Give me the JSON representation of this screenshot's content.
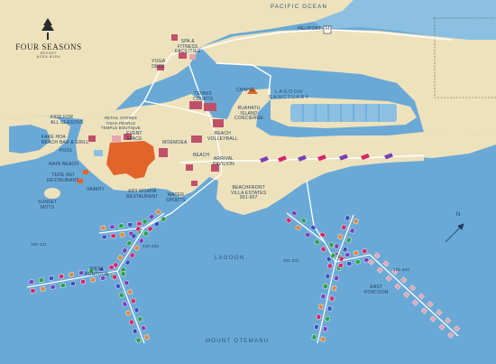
{
  "brand": {
    "name": "FOUR SEASONS",
    "sub1": "RESORT",
    "sub2": "BORA BORA",
    "emblem": "tree-logo-icon"
  },
  "colors": {
    "lagoon": "#6aa9d6",
    "sand": "#eee2bc",
    "main_building": "#e1642b",
    "buildings": "#c0506a",
    "bungalow_palette": [
      "#d5256a",
      "#3a4fc1",
      "#2b9f4a",
      "#7a3fb7",
      "#e4863c"
    ],
    "rose_villas": "#e7a4b2",
    "boardwalk": "#ffffff"
  },
  "labels": {
    "pacific_ocean": "PACIFIC OCEAN",
    "heliport": "HELIPORT",
    "heliport_symbol": "H",
    "spa": "SPA &\nFITNESS\nFACILITIES",
    "yoga": "YOGA\nDECK",
    "tennis": "TENNIS\nCOURTS",
    "chapel": "CHAPEL",
    "lagoon_sanctuary": "LAGOON\nSANCTUARY",
    "ruahatu": "RUAHATU\nISLAND\nCONCIERGE",
    "retail": "RETAIL STORES\nTAHIA PEARLS\nTEMPLE BOUTIQUE",
    "event": "EVENT\nSPACE",
    "kids": "KIDS FOR\nALL SEASONS",
    "fare_hoa": "FARE HOA\nBEACH BAR & GRILL",
    "pool": "POOL",
    "main_beach": "MAIN BEACH",
    "tere_nui": "TERE NUI\nRESTAURANT",
    "vaimiti": "VAIMITI",
    "sunset_motu": "SUNSET\nMOTU",
    "moemoea": "MOEMOEA",
    "beach_volleyball": "BEACH\nVOLLEYBALL",
    "beach": "BEACH",
    "arrival": "ARRIVAL\nPAVILION",
    "arii_moana": "ARII MOANA\nRESTAURANT",
    "water_sports": "WATER\nSPORTS",
    "villa_estates": "BEACHFRONT\nVILLA ESTATES\n901-907",
    "b_100_131": "100-131",
    "b_210_232": "210-232",
    "b_301_331": "301-331",
    "b_401_433": "401-433",
    "west_pontoon": "WEST\nPONTOON",
    "east_pontoon": "EAST\nPONTOON",
    "lagoon": "LAGOON",
    "mount_otemanu": "MOUNT OTEMANU",
    "north": "N",
    "north_icon": "north-arrow-icon"
  }
}
